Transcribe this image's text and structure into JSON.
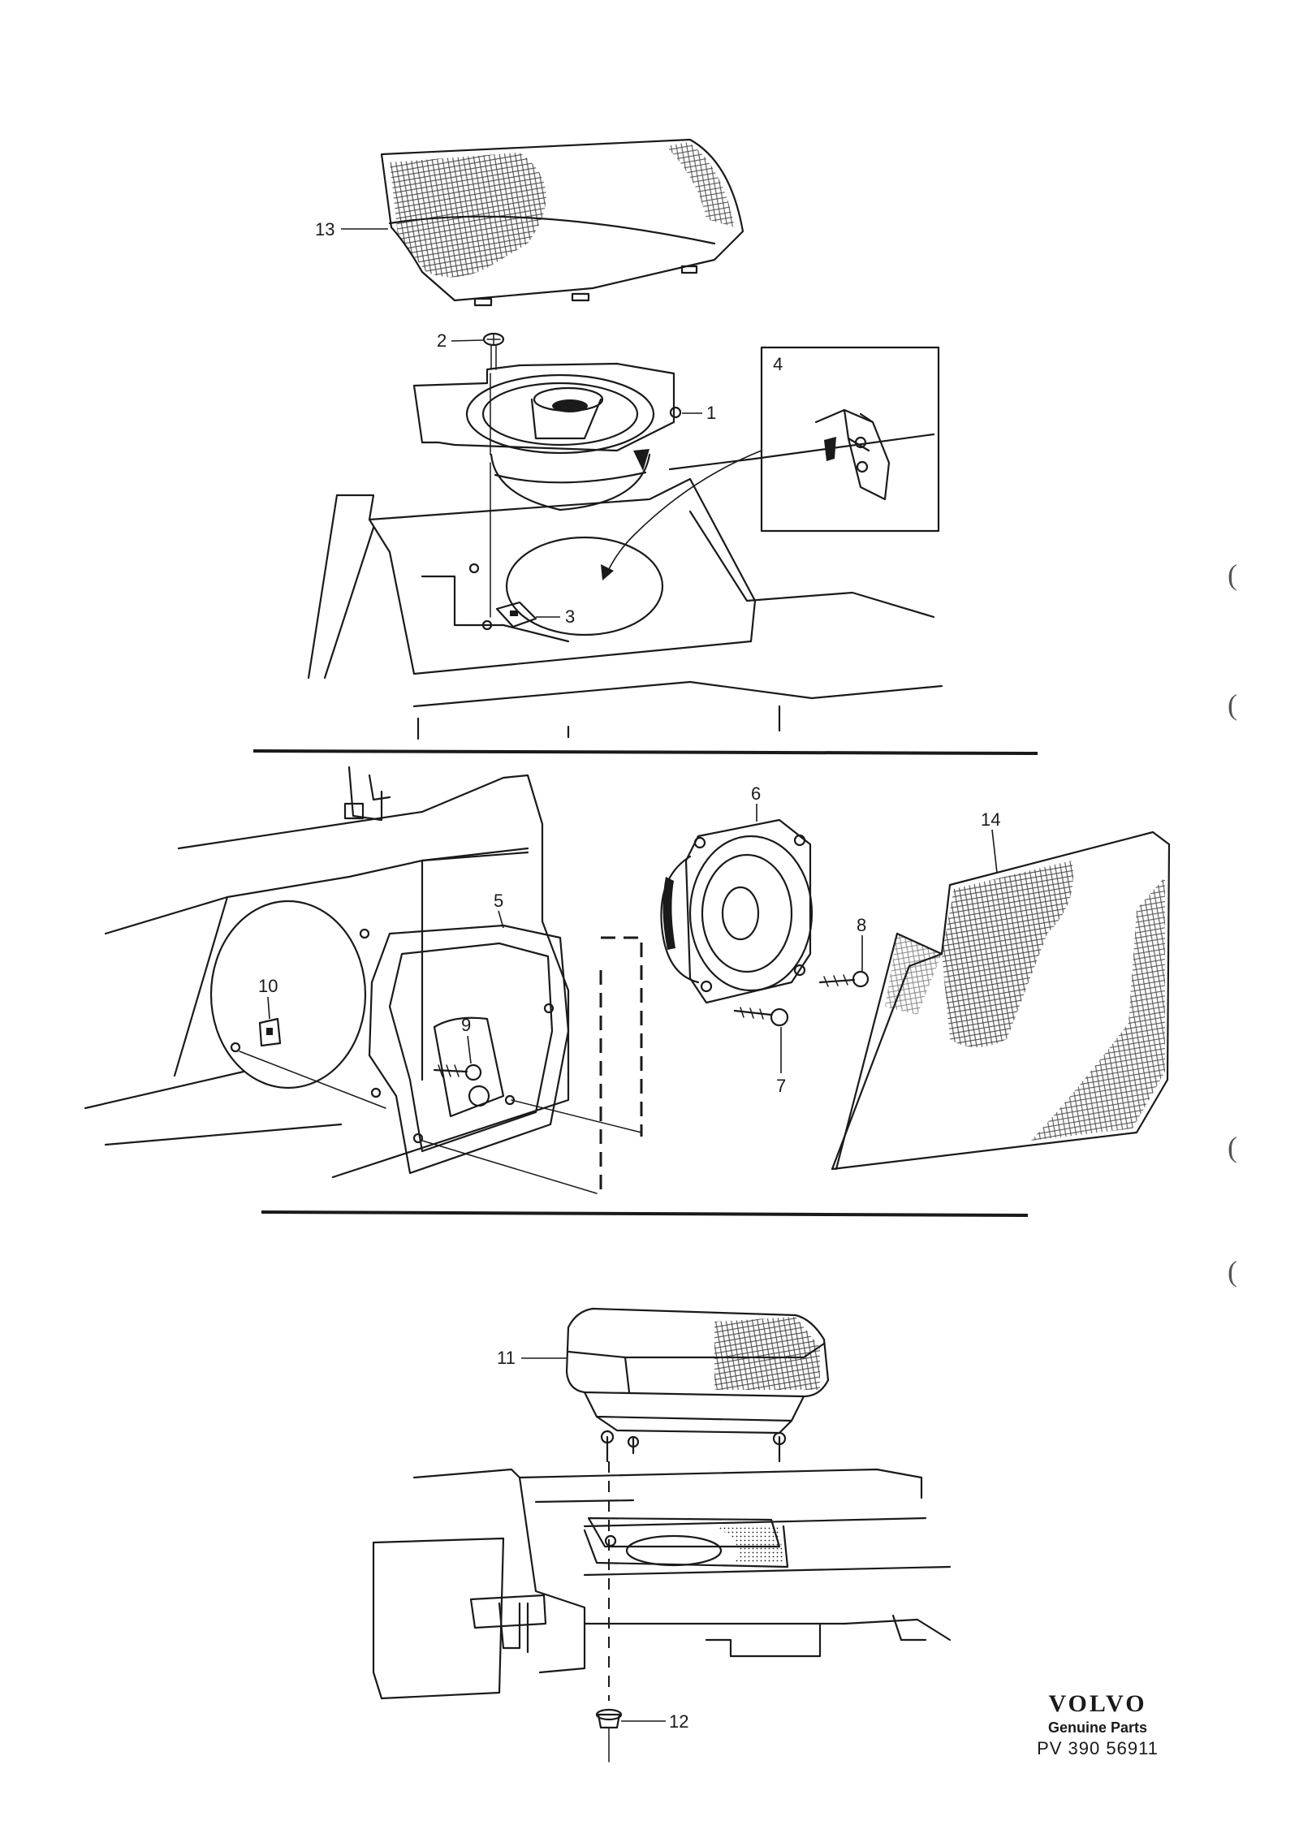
{
  "callouts": {
    "c1": "1",
    "c2": "2",
    "c3": "3",
    "c4": "4",
    "c5": "5",
    "c6": "6",
    "c7": "7",
    "c8": "8",
    "c9": "9",
    "c10": "10",
    "c11": "11",
    "c12": "12",
    "c13": "13",
    "c14": "14"
  },
  "brand": {
    "name": "VOLVO",
    "subtitle": "Genuine Parts",
    "code": "PV 390 56911"
  },
  "margin_marks": [
    "(",
    "(",
    "(",
    "("
  ]
}
